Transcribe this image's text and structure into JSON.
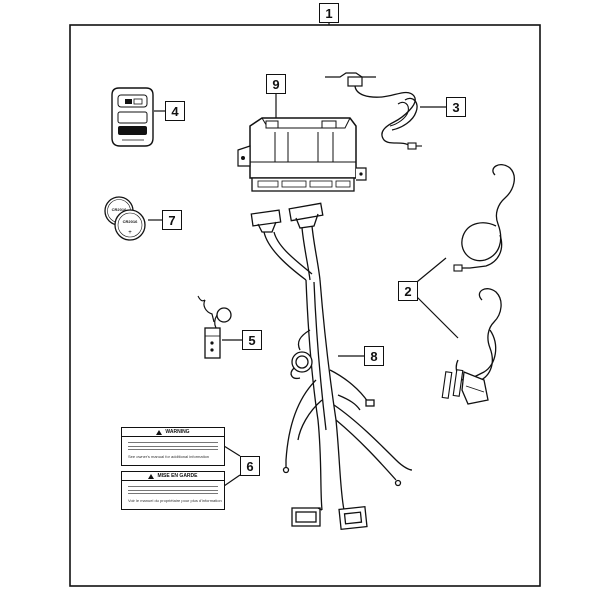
{
  "callouts": {
    "c1": "1",
    "c2": "2",
    "c3": "3",
    "c4": "4",
    "c5": "5",
    "c6": "6",
    "c7": "7",
    "c8": "8",
    "c9": "9"
  },
  "labels": {
    "warning_header": "WARNING",
    "warning_foot": "See owner's manual for additional information",
    "french_header": "MISE EN GARDE",
    "french_foot": "Voir le manuel du propriétaire pour plus d'information"
  },
  "batteries": {
    "top_text": "CR2016",
    "bottom_text": "CR2016"
  }
}
